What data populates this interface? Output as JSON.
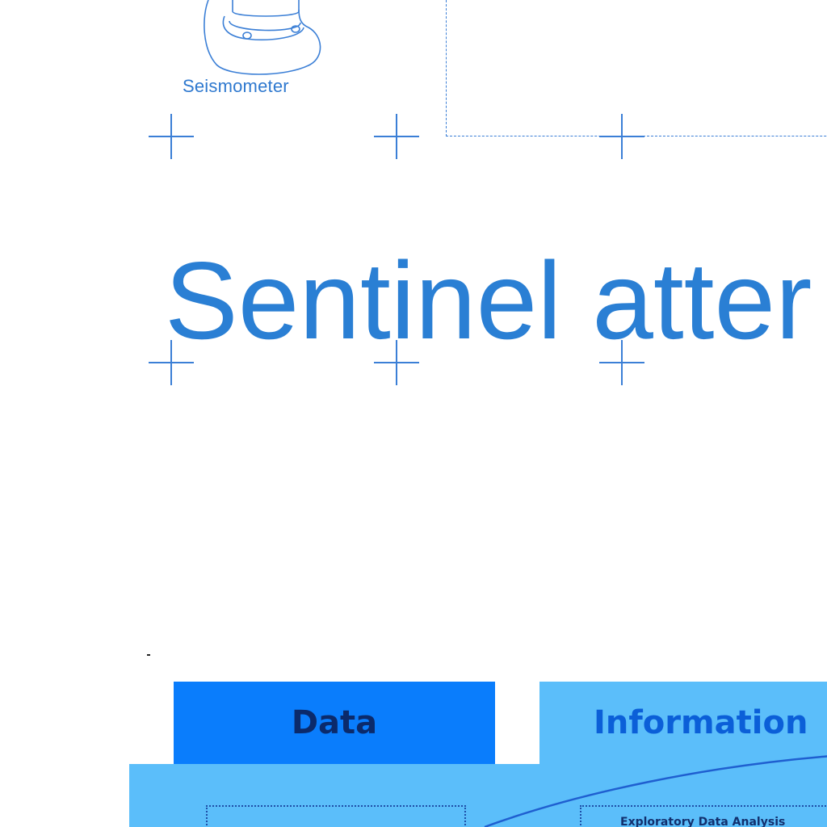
{
  "seismometer": {
    "label": "Seismometer"
  },
  "headline": {
    "text": "Sentinel atter"
  },
  "tabs": {
    "data": "Data",
    "information": "Information"
  },
  "boxes": {
    "right_label": "Exploratory Data Analysis"
  },
  "colors": {
    "line_blue": "#3b7fd6",
    "title_blue": "#2a7fd4",
    "data_tab": "#0a7dfc",
    "info_tab": "#5bbefa"
  }
}
